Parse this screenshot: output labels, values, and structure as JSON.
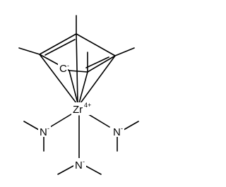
{
  "molecule": {
    "atoms": {
      "zr": "Zr",
      "zr_charge": "4+",
      "c_anion": "C",
      "c_anion_charge": "-",
      "n_left": "N",
      "n_left_charge": "-",
      "n_right": "N",
      "n_right_charge": "-",
      "n_bottom": "N",
      "n_bottom_charge": "-"
    },
    "colors": {
      "bond": "#000000",
      "text": "#000000",
      "background": "#ffffff"
    }
  }
}
